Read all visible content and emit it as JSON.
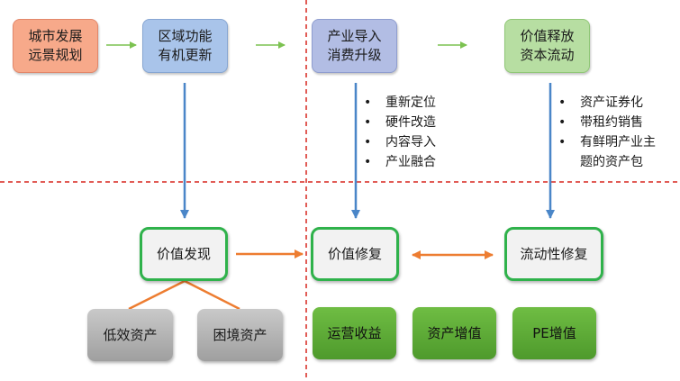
{
  "top_row": [
    {
      "label": "城市发展\n远景规划",
      "color": "#f7a98a"
    },
    {
      "label": "区域功能\n有机更新",
      "color": "#a9c4ea"
    },
    {
      "label": "产业导入\n消费升级",
      "color": "#b2bde4"
    },
    {
      "label": "价值释放\n资本流动",
      "color": "#b7dea2"
    }
  ],
  "middle_row": [
    {
      "label": "价值发现"
    },
    {
      "label": "价值修复"
    },
    {
      "label": "流动性修复"
    }
  ],
  "bottom_gray": [
    {
      "label": "低效资产"
    },
    {
      "label": "困境资产"
    }
  ],
  "bottom_green": [
    {
      "label": "运营收益"
    },
    {
      "label": "资产增值"
    },
    {
      "label": "PE增值"
    }
  ],
  "bullets_left": [
    "重新定位",
    "硬件改造",
    "内容导入",
    "产业融合"
  ],
  "bullets_right": [
    "资产证券化",
    "带租约销售",
    "有鲜明产业主\n题的资产包"
  ],
  "colors": {
    "divider": "#d7261e",
    "arrow_green": "#7cc251",
    "arrow_blue": "#4a86c8",
    "arrow_orange": "#ed7d31",
    "border_green": "#2fb24b"
  }
}
